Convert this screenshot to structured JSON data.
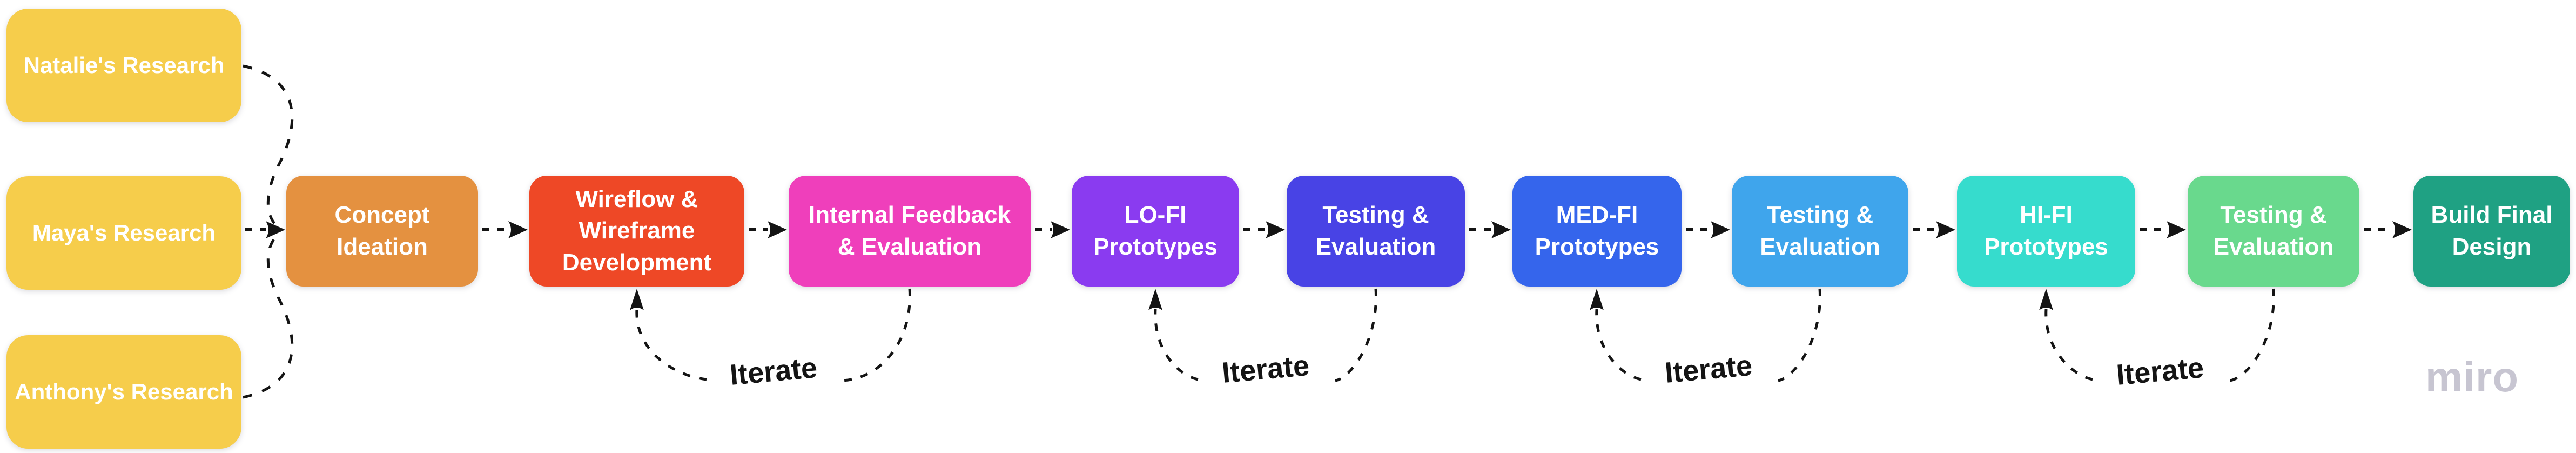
{
  "canvas": {
    "background": "#FFFFFF"
  },
  "connector_color": "#141414",
  "watermark": {
    "label": "miro",
    "color": "#C7C5D1"
  },
  "nodes": {
    "natalie": {
      "label": "Natalie's Research",
      "color": "#F6CD4B",
      "text_color": "#FFFFFF"
    },
    "maya": {
      "label": "Maya's Research",
      "color": "#F6CD4B",
      "text_color": "#FFFFFF"
    },
    "anthony": {
      "label": "Anthony's Research",
      "color": "#F6CD4B",
      "text_color": "#FFFFFF"
    },
    "concept": {
      "label": "Concept\nIdeation",
      "color": "#E49140",
      "text_color": "#FFFFFF"
    },
    "wireflow": {
      "label": "Wireflow &\nWireframe\nDevelopment",
      "color": "#EE4826",
      "text_color": "#FFFFFF"
    },
    "internal": {
      "label": "Internal Feedback\n& Evaluation",
      "color": "#EF3FBB",
      "text_color": "#FFFFFF"
    },
    "lofi": {
      "label": "LO-FI\nPrototypes",
      "color": "#8A3BF0",
      "text_color": "#FFFFFF"
    },
    "testing1": {
      "label": "Testing &\nEvaluation",
      "color": "#4843E5",
      "text_color": "#FFFFFF"
    },
    "medfi": {
      "label": "MED-FI\nPrototypes",
      "color": "#3565EC",
      "text_color": "#FFFFFF"
    },
    "testing2": {
      "label": "Testing &\nEvaluation",
      "color": "#3FA5EC",
      "text_color": "#FFFFFF"
    },
    "hifi": {
      "label": "HI-FI\nPrototypes",
      "color": "#36DCCD",
      "text_color": "#FFFFFF"
    },
    "testing3": {
      "label": "Testing &\nEvaluation",
      "color": "#69D98D",
      "text_color": "#FFFFFF"
    },
    "build": {
      "label": "Build Final\nDesign",
      "color": "#1FA183",
      "text_color": "#FFFFFF"
    }
  },
  "loops": [
    {
      "label": "Iterate"
    },
    {
      "label": "Iterate"
    },
    {
      "label": "Iterate"
    },
    {
      "label": "Iterate"
    }
  ]
}
